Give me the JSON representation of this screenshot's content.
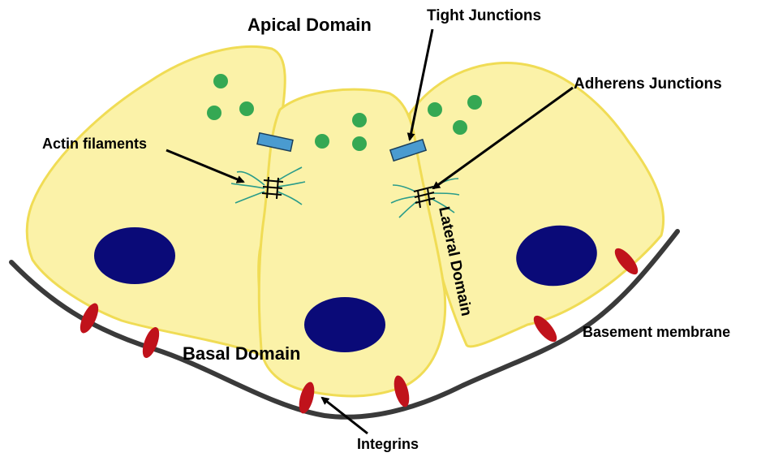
{
  "labels": {
    "apical_domain": "Apical Domain",
    "tight_junctions": "Tight Junctions",
    "adherens_junctions": "Adherens Junctions",
    "actin_filaments": "Actin filaments",
    "lateral_domain": "Lateral Domain",
    "basal_domain": "Basal Domain",
    "basement_membrane": "Basement membrane",
    "integrins": "Integrins"
  },
  "colors": {
    "cell_fill": "#fbf2a8",
    "cell_stroke": "#f0dc55",
    "nucleus": "#0a0a78",
    "granule": "#35a853",
    "tight_junction": "#4a9bd0",
    "integrin": "#c0121b",
    "membrane": "#3a3a3a",
    "actin": "#2a9c8a"
  }
}
